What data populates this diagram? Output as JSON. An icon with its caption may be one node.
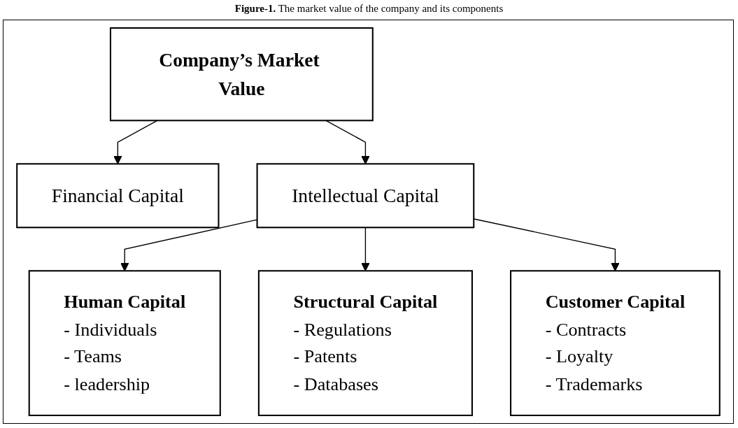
{
  "diagram": {
    "title": "**Figure-1.** The market value of the company and its components",
    "nodes": [
      {
        "text": [
          "Company’s Market Value"
        ]
      },
      {
        "text": [
          "Financial Capital"
        ]
      },
      {
        "text": [
          "Intellectual Capital"
        ]
      },
      {
        "text": [
          "Human Capital",
          "- Individuals",
          "- Teams",
          "- leadership"
        ]
      },
      {
        "text": [
          "Structural Capital",
          "- Regulations",
          "- Patents",
          "- Databases"
        ]
      },
      {
        "text": [
          "Customer Capital",
          "- Contracts",
          "- Loyalty",
          "- Trademarks"
        ]
      }
    ],
    "edges": [
      {
        "from": 0,
        "to": 1,
        "arrow": "to"
      },
      {
        "from": 0,
        "to": 2,
        "arrow": "to"
      },
      {
        "from": 2,
        "to": 3,
        "arrow": "to"
      },
      {
        "from": 2,
        "to": 4,
        "arrow": "to"
      },
      {
        "from": 2,
        "to": 5,
        "arrow": "to"
      }
    ]
  }
}
